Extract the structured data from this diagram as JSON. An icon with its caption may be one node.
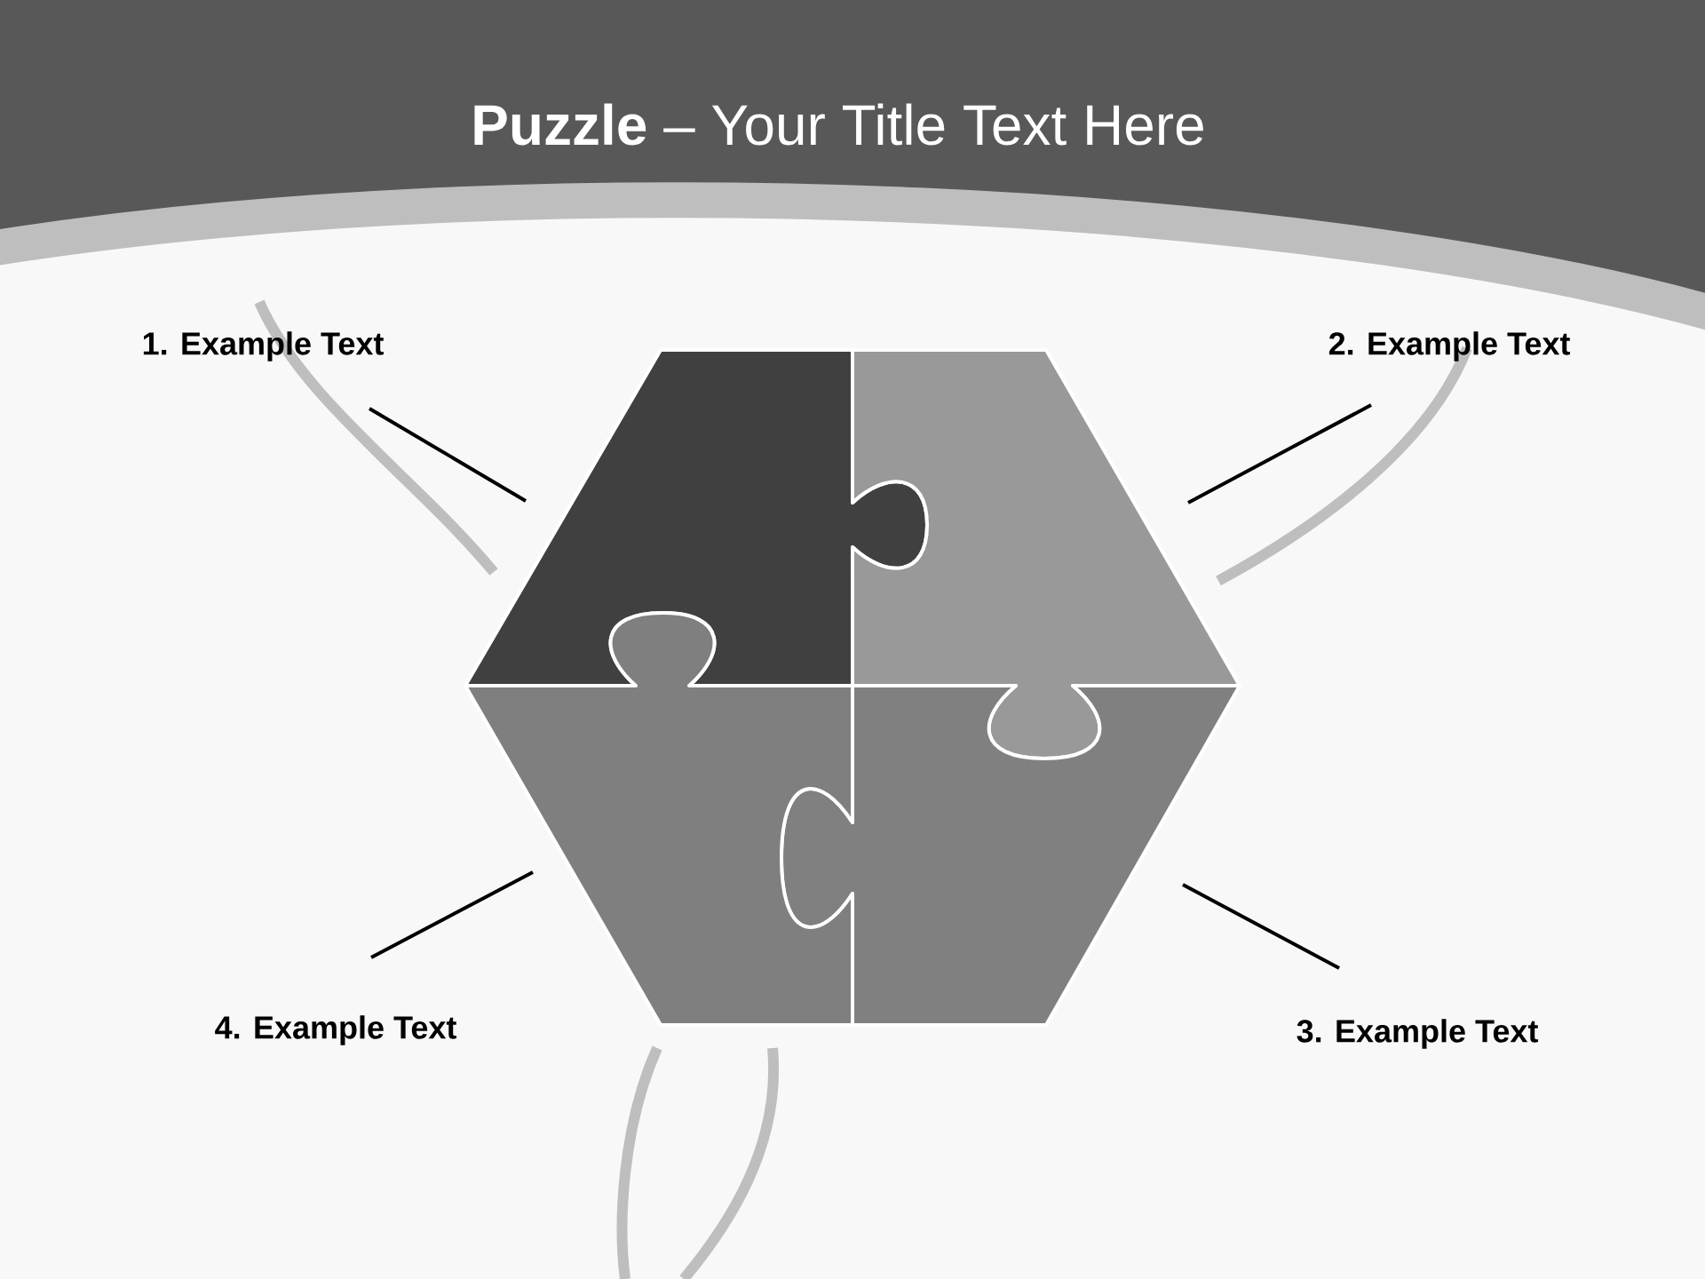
{
  "diagram": {
    "title": "**Puzzle**  – Your Title Text Here",
    "nodes": [
      {
        "text": [],
        "shape": "piece"
      },
      {
        "text": [],
        "shape": "piece"
      },
      {
        "text": [],
        "shape": "piece"
      },
      {
        "text": [],
        "shape": "piece"
      },
      {
        "text": [
          "1. Example Text"
        ]
      },
      {
        "text": [
          "2. Example Text"
        ]
      },
      {
        "text": [
          "3. Example Text"
        ]
      },
      {
        "text": [
          "4. Example Text"
        ]
      }
    ],
    "edges": [
      {
        "from": 4,
        "to": 0,
        "arrow": "none"
      },
      {
        "from": 5,
        "to": 1,
        "arrow": "none"
      },
      {
        "from": 6,
        "to": 2,
        "arrow": "none"
      },
      {
        "from": 7,
        "to": 3,
        "arrow": "none"
      }
    ]
  }
}
